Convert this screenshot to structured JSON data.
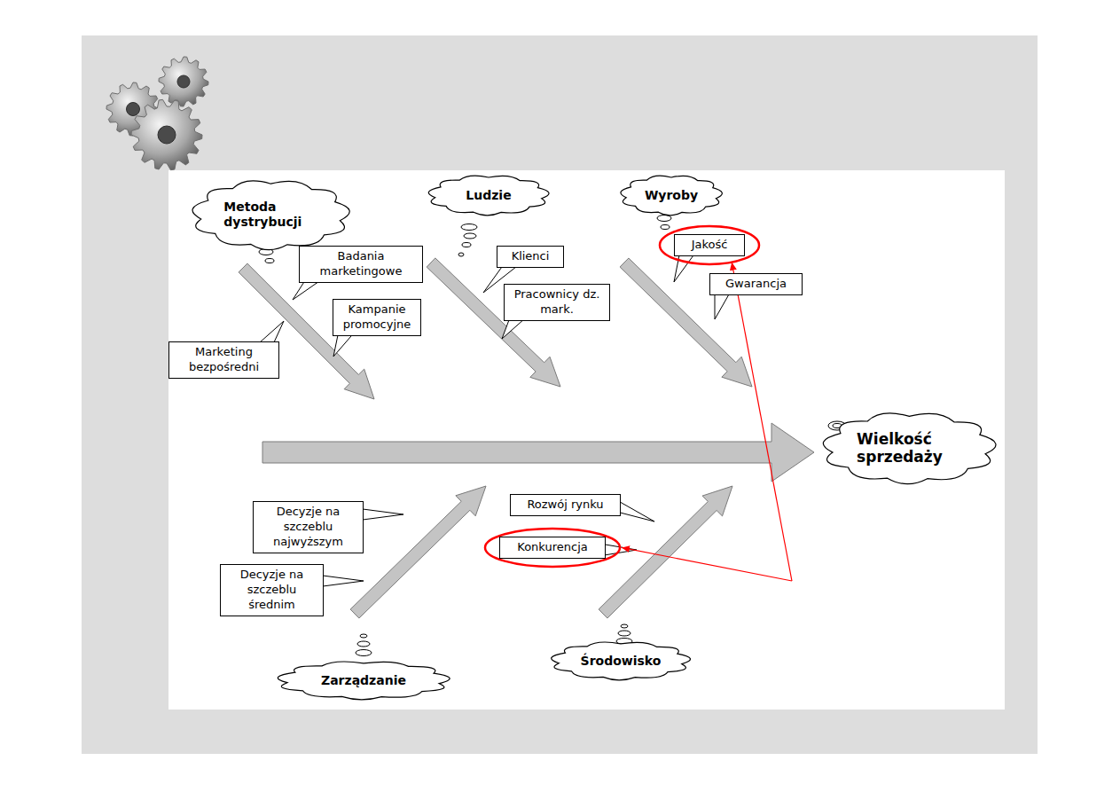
{
  "diagram": {
    "nodes": [
      {
        "text": [
          "Metoda dystrybucji"
        ]
      },
      {
        "text": [
          "Ludzie"
        ]
      },
      {
        "text": [
          "Wyroby"
        ]
      },
      {
        "text": [
          "Badania marketingowe"
        ]
      },
      {
        "text": [
          "Klienci"
        ]
      },
      {
        "text": [
          "Jakość"
        ]
      },
      {
        "text": [
          "Kampanie promocyjne"
        ]
      },
      {
        "text": [
          "Pracownicy dz. mark."
        ]
      },
      {
        "text": [
          "Gwarancja"
        ]
      },
      {
        "text": [
          "Marketing bezpośredni"
        ]
      },
      {
        "text": [
          "Wielkość sprzedaży"
        ]
      },
      {
        "text": [
          "Rozwój rynku"
        ]
      },
      {
        "text": [
          "Decyzje na szczeblu najwyższym"
        ]
      },
      {
        "text": [
          "Konkurencja"
        ]
      },
      {
        "text": [
          "Decyzje na szczeblu średnim"
        ]
      },
      {
        "text": [
          "Środowisko"
        ]
      },
      {
        "text": [
          "Zarządzanie"
        ]
      }
    ]
  }
}
